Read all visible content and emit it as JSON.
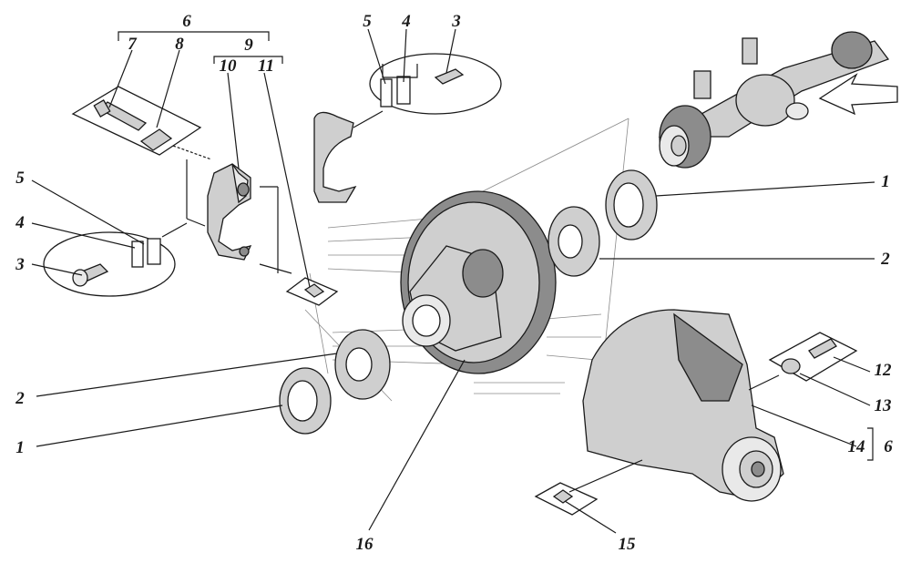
{
  "diagram": {
    "labels": {
      "l1_upper": "1",
      "l1_lower": "1",
      "l2_upper": "2",
      "l2_lower": "2",
      "l3_upper": "3",
      "l3_lower": "3",
      "l4_upper": "4",
      "l4_lower": "4",
      "l5_upper": "5",
      "l5_lower": "5",
      "l6": "6",
      "l6_side": "6",
      "l7": "7",
      "l8": "8",
      "l9": "9",
      "l10": "10",
      "l11": "11",
      "l12": "12",
      "l13": "13",
      "l14": "14",
      "l15": "15",
      "l16": "16"
    },
    "colors": {
      "line": "#1a1a1a",
      "guide": "#8a8a8a",
      "metal": "#cfcfcf",
      "shadow": "#8c8c8c"
    }
  }
}
